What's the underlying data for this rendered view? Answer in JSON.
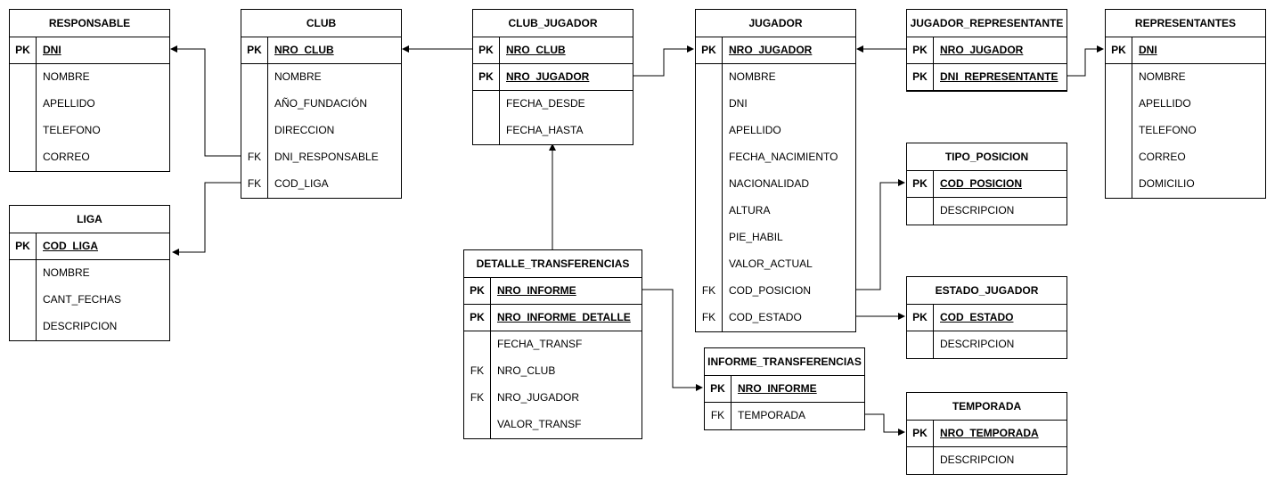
{
  "entities": {
    "responsable": {
      "title": "RESPONSABLE",
      "fields": [
        {
          "key": "PK",
          "name": "DNI"
        },
        {
          "key": "",
          "name": "NOMBRE"
        },
        {
          "key": "",
          "name": "APELLIDO"
        },
        {
          "key": "",
          "name": "TELEFONO"
        },
        {
          "key": "",
          "name": "CORREO"
        }
      ]
    },
    "club": {
      "title": "CLUB",
      "fields": [
        {
          "key": "PK",
          "name": "NRO_CLUB"
        },
        {
          "key": "",
          "name": "NOMBRE"
        },
        {
          "key": "",
          "name": "AÑO_FUNDACIÓN"
        },
        {
          "key": "",
          "name": "DIRECCION"
        },
        {
          "key": "FK",
          "name": "DNI_RESPONSABLE"
        },
        {
          "key": "FK",
          "name": "COD_LIGA"
        }
      ]
    },
    "liga": {
      "title": "LIGA",
      "fields": [
        {
          "key": "PK",
          "name": "COD_LIGA"
        },
        {
          "key": "",
          "name": "NOMBRE"
        },
        {
          "key": "",
          "name": "CANT_FECHAS"
        },
        {
          "key": "",
          "name": "DESCRIPCION"
        }
      ]
    },
    "club_jugador": {
      "title": "CLUB_JUGADOR",
      "fields": [
        {
          "key": "PK",
          "name": "NRO_CLUB"
        },
        {
          "key": "PK",
          "name": "NRO_JUGADOR"
        },
        {
          "key": "",
          "name": "FECHA_DESDE"
        },
        {
          "key": "",
          "name": "FECHA_HASTA"
        }
      ]
    },
    "detalle_transferencias": {
      "title": "DETALLE_TRANSFERENCIAS",
      "fields": [
        {
          "key": "PK",
          "name": "NRO_INFORME"
        },
        {
          "key": "PK",
          "name": "NRO_INFORME_DETALLE"
        },
        {
          "key": "",
          "name": "FECHA_TRANSF"
        },
        {
          "key": "FK",
          "name": "NRO_CLUB"
        },
        {
          "key": "FK",
          "name": "NRO_JUGADOR"
        },
        {
          "key": "",
          "name": "VALOR_TRANSF"
        }
      ]
    },
    "jugador": {
      "title": "JUGADOR",
      "fields": [
        {
          "key": "PK",
          "name": "NRO_JUGADOR"
        },
        {
          "key": "",
          "name": "NOMBRE"
        },
        {
          "key": "",
          "name": "DNI"
        },
        {
          "key": "",
          "name": "APELLIDO"
        },
        {
          "key": "",
          "name": "FECHA_NACIMIENTO"
        },
        {
          "key": "",
          "name": "NACIONALIDAD"
        },
        {
          "key": "",
          "name": "ALTURA"
        },
        {
          "key": "",
          "name": "PIE_HABIL"
        },
        {
          "key": "",
          "name": "VALOR_ACTUAL"
        },
        {
          "key": "FK",
          "name": "COD_POSICION"
        },
        {
          "key": "FK",
          "name": "COD_ESTADO"
        }
      ]
    },
    "informe_transferencias": {
      "title": "INFORME_TRANSFERENCIAS",
      "fields": [
        {
          "key": "PK",
          "name": "NRO_INFORME"
        },
        {
          "key": "FK",
          "name": "TEMPORADA"
        }
      ]
    },
    "jugador_representante": {
      "title": "JUGADOR_REPRESENTANTE",
      "fields": [
        {
          "key": "PK",
          "name": "NRO_JUGADOR"
        },
        {
          "key": "PK",
          "name": "DNI_REPRESENTANTE"
        }
      ]
    },
    "tipo_posicion": {
      "title": "TIPO_POSICION",
      "fields": [
        {
          "key": "PK",
          "name": "COD_POSICION"
        },
        {
          "key": "",
          "name": "DESCRIPCION"
        }
      ]
    },
    "estado_jugador": {
      "title": "ESTADO_JUGADOR",
      "fields": [
        {
          "key": "PK",
          "name": "COD_ESTADO"
        },
        {
          "key": "",
          "name": "DESCRIPCION"
        }
      ]
    },
    "temporada": {
      "title": "TEMPORADA",
      "fields": [
        {
          "key": "PK",
          "name": "NRO_TEMPORADA"
        },
        {
          "key": "",
          "name": "DESCRIPCION"
        }
      ]
    },
    "representantes": {
      "title": "REPRESENTANTES",
      "fields": [
        {
          "key": "PK",
          "name": "DNI"
        },
        {
          "key": "",
          "name": "NOMBRE"
        },
        {
          "key": "",
          "name": "APELLIDO"
        },
        {
          "key": "",
          "name": "TELEFONO"
        },
        {
          "key": "",
          "name": "CORREO"
        },
        {
          "key": "",
          "name": "DOMICILIO"
        }
      ]
    }
  },
  "colors": {
    "line": "#000000",
    "background": "#ffffff"
  }
}
